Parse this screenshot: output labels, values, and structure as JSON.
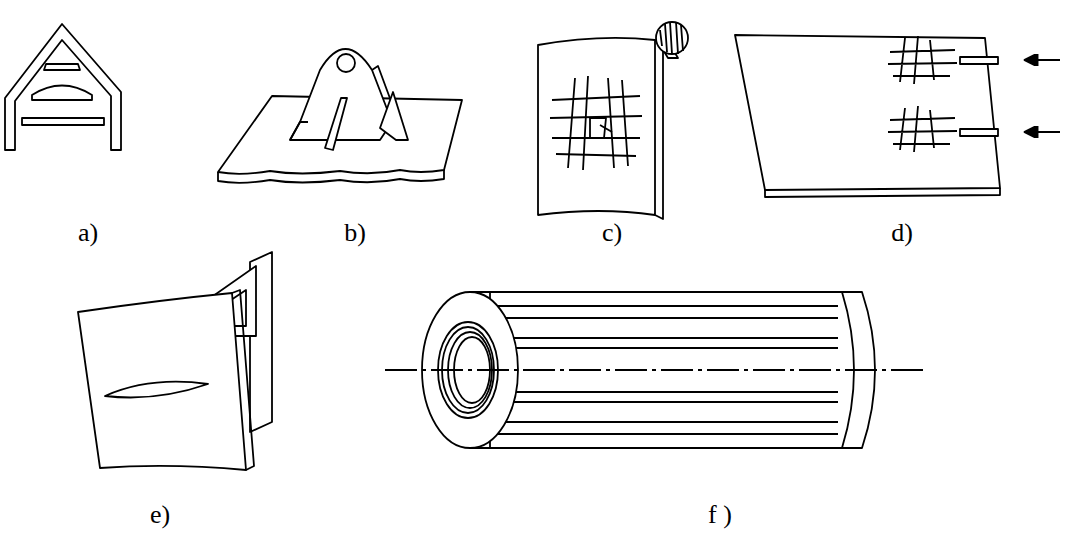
{
  "diagram": {
    "labels": [
      "a)",
      "b)",
      "c)",
      "d)",
      "e)",
      "f )"
    ]
  }
}
